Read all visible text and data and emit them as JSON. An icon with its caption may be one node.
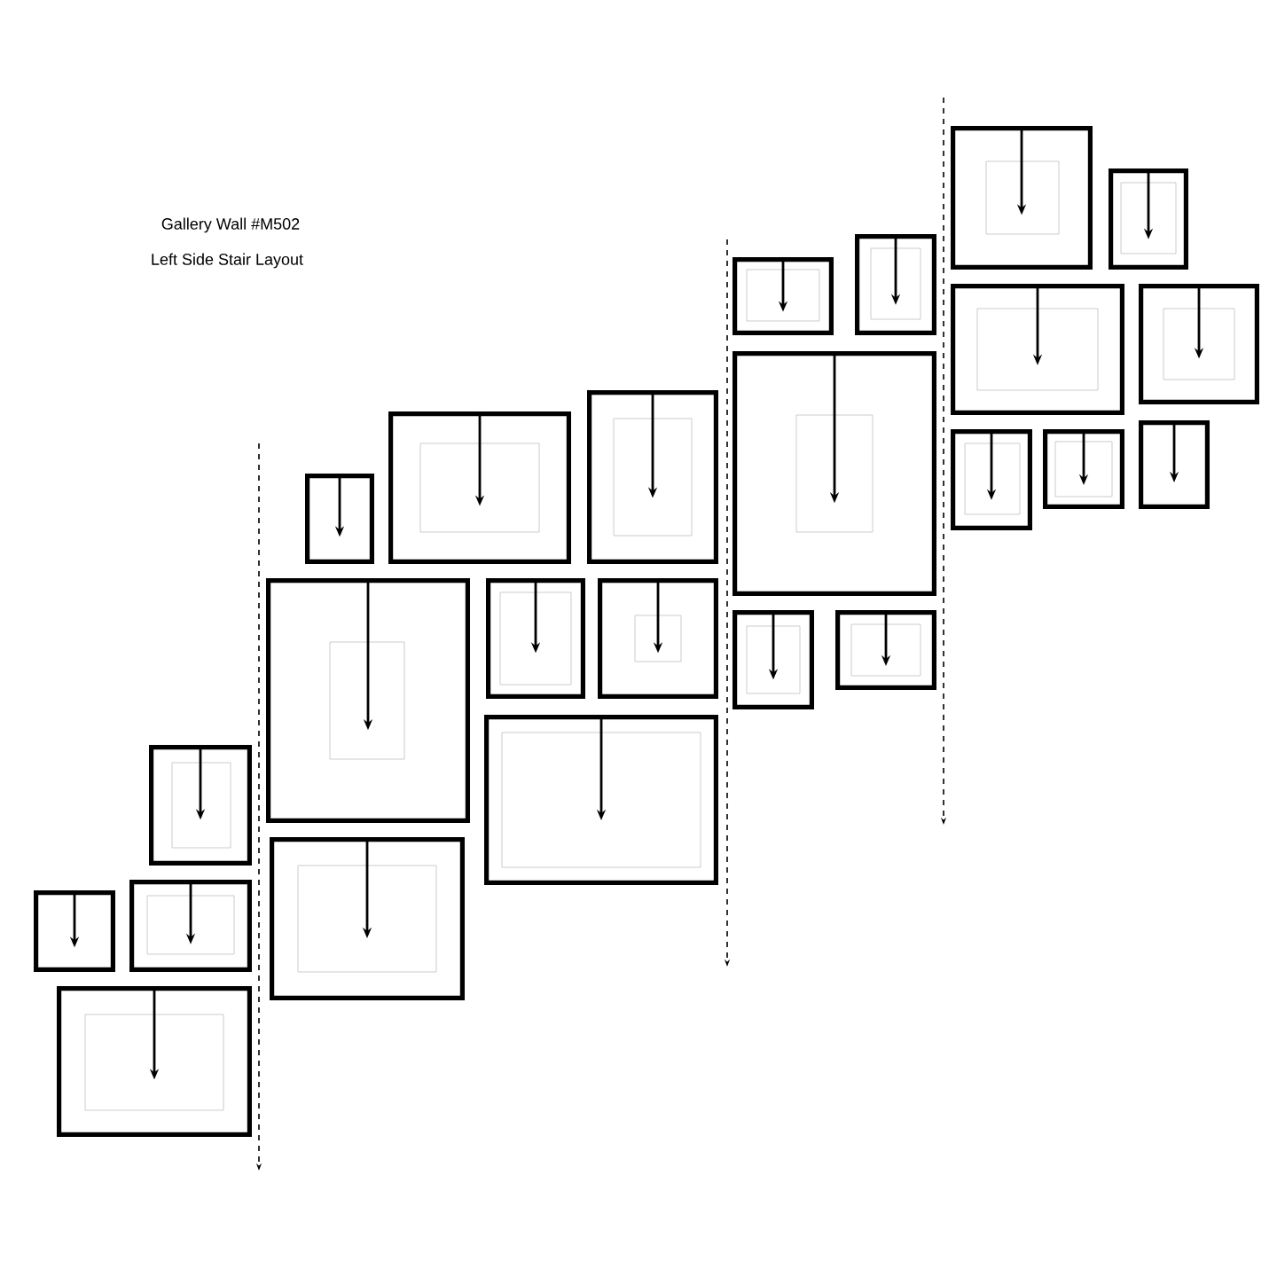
{
  "diagram": {
    "title": "Gallery Wall #M502",
    "nodes": [
      {
        "text": [],
        "shape": "box"
      },
      {
        "text": [],
        "shape": "box"
      },
      {
        "text": [],
        "shape": "box"
      },
      {
        "text": [],
        "shape": "box"
      },
      {
        "text": [],
        "shape": "box"
      },
      {
        "text": [],
        "shape": "box"
      },
      {
        "text": [],
        "shape": "box"
      },
      {
        "text": [],
        "shape": "box"
      },
      {
        "text": [],
        "shape": "box"
      },
      {
        "text": [],
        "shape": "box"
      },
      {
        "text": [],
        "shape": "box"
      },
      {
        "text": [],
        "shape": "box"
      },
      {
        "text": [],
        "shape": "box"
      },
      {
        "text": [],
        "shape": "box"
      },
      {
        "text": [],
        "shape": "box"
      },
      {
        "text": [],
        "shape": "box"
      },
      {
        "text": [],
        "shape": "box"
      },
      {
        "text": [],
        "shape": "box"
      },
      {
        "text": [],
        "shape": "box"
      },
      {
        "text": [],
        "shape": "box"
      },
      {
        "text": [],
        "shape": "box"
      },
      {
        "text": [],
        "shape": "box"
      },
      {
        "text": [],
        "shape": "box"
      },
      {
        "text": [],
        "shape": "box"
      }
    ],
    "labels": [
      "Left Side Stair Layout"
    ]
  }
}
